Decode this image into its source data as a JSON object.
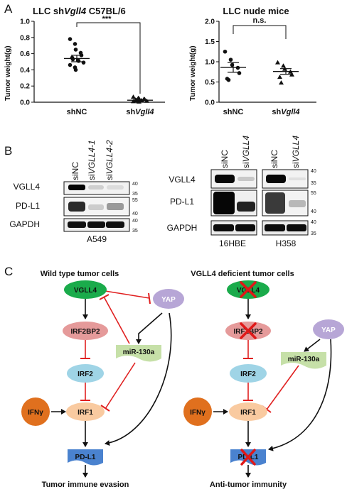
{
  "panel_a": {
    "letter": "A",
    "left": {
      "title_prefix": "LLC sh",
      "title_gene": "Vgll4",
      "title_suffix": " C57BL/6",
      "ylabel": "Tumor weight(g)",
      "significance": "***",
      "tick_labels": [
        "0.0",
        "0.2",
        "0.4",
        "0.6",
        "0.8",
        "1.0"
      ],
      "group1_label": "shNC",
      "group2_prefix": "sh",
      "group2_gene": "Vgll4"
    },
    "right": {
      "title": "LLC nude mice",
      "ylabel": "Tumor weight(g)",
      "significance": "n.s.",
      "tick_labels": [
        "0.0",
        "0.5",
        "1.0",
        "1.5",
        "2.0"
      ],
      "group1_label": "shNC",
      "group2_prefix": "sh",
      "group2_gene": "Vgll4"
    }
  },
  "chart_data": [
    {
      "type": "scatter",
      "title": "LLC shVgll4 C57BL/6",
      "ylabel": "Tumor weight(g)",
      "ylim": [
        0,
        1.0
      ],
      "categories": [
        "shNC",
        "shVgll4"
      ],
      "series": [
        {
          "name": "shNC",
          "mean": 0.54,
          "sem": 0.04,
          "values": [
            0.78,
            0.72,
            0.65,
            0.61,
            0.58,
            0.55,
            0.53,
            0.52,
            0.51,
            0.49,
            0.46,
            0.43,
            0.4
          ]
        },
        {
          "name": "shVgll4",
          "mean": 0.025,
          "sem": 0.005,
          "values": [
            0.065,
            0.05,
            0.045,
            0.04,
            0.035,
            0.03,
            0.025,
            0.02,
            0.02,
            0.015,
            0.01,
            0.01,
            0.005
          ]
        }
      ]
    },
    {
      "type": "scatter",
      "title": "LLC nude mice",
      "ylabel": "Tumor weight(g)",
      "ylim": [
        0,
        2.0
      ],
      "categories": [
        "shNC",
        "shVgll4"
      ],
      "series": [
        {
          "name": "shNC",
          "mean": 0.86,
          "sem": 0.12,
          "values": [
            1.25,
            1.05,
            0.92,
            0.85,
            0.72,
            0.58,
            0.55
          ]
        },
        {
          "name": "shVgll4",
          "mean": 0.76,
          "sem": 0.07,
          "values": [
            0.98,
            0.9,
            0.82,
            0.75,
            0.68,
            0.62,
            0.48
          ]
        }
      ]
    }
  ],
  "panel_b": {
    "letter": "B",
    "blot1": {
      "lanes": [
        "siNC",
        "siVGLL4-1",
        "siVGLL4-2"
      ],
      "lane_prefix": "si",
      "lane_gene_1": "VGLL4-1",
      "lane_gene_2": "VGLL4-2",
      "rows": [
        "VGLL4",
        "PD-L1",
        "GAPDH"
      ],
      "markers": [
        [
          "40",
          "35"
        ],
        [
          "55",
          "40"
        ],
        [
          "40",
          "35"
        ]
      ],
      "cell_line": "A549"
    },
    "blot2": {
      "lanes": [
        "siNC",
        "siVGLL4",
        "siNC",
        "siVGLL4"
      ],
      "lane_prefix": "si",
      "lane_gene": "VGLL4",
      "rows": [
        "VGLL4",
        "PD-L1",
        "GAPDH"
      ],
      "markers": [
        [
          "40",
          "35"
        ],
        [
          "55",
          "40"
        ],
        [
          "40",
          "35"
        ]
      ],
      "cell_lines": [
        "16HBE",
        "H358"
      ]
    }
  },
  "panel_c": {
    "letter": "C",
    "left_title": "Wild type tumor cells",
    "right_title": "VGLL4 deficient tumor cells",
    "nodes": {
      "vgll4": "VGLL4",
      "yap": "YAP",
      "irf2bp2": "IRF2BP2",
      "mir130a": "miR-130a",
      "irf2": "IRF2",
      "ifng": "IFNγ",
      "irf1": "IRF1",
      "pdl1": "PD-L1"
    },
    "left_outcome": "Tumor immune evasion",
    "right_outcome": "Anti-tumor immunity"
  },
  "colors": {
    "activation": "#111111",
    "inhibition": "#e02020",
    "knockout_x": "#e01818",
    "vgll4_node": "#1aab4b",
    "yap_node": "#b7a6d6",
    "irf2bp2_node": "#e59a9a",
    "mir130a_node": "#c6e0a8",
    "irf2_node": "#9fd4e6",
    "irf1_node": "#f9caa0",
    "ifng_node": "#e0701e",
    "pdl1_node": "#4a82cf"
  }
}
